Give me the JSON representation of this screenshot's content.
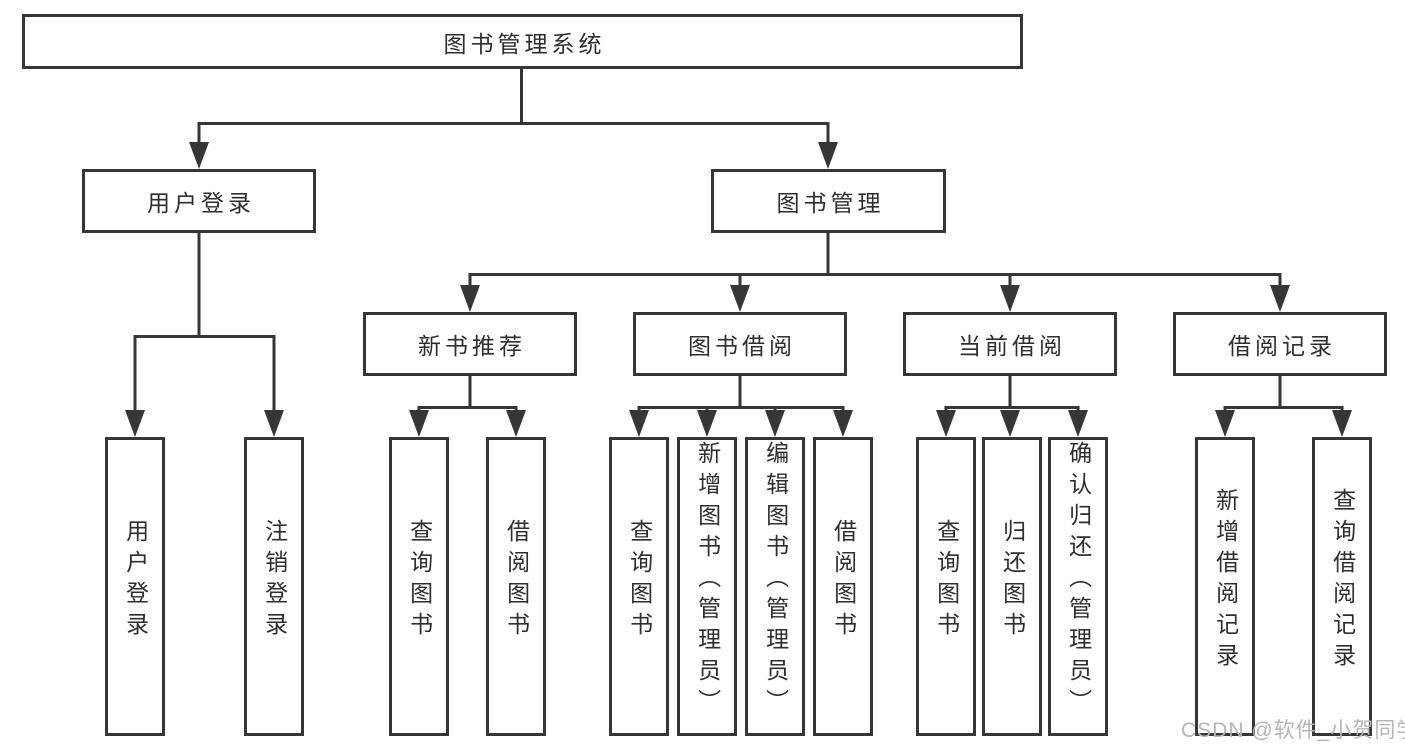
{
  "colors": {
    "line": "#363636",
    "box_border": "#363636",
    "text": "#2e2e2e",
    "background": "#ffffff",
    "watermark": "#bab3b3"
  },
  "diagram": {
    "root": {
      "label": "图书管理系统"
    },
    "user_branch": {
      "label": "用户登录",
      "children": [
        {
          "label": "用户登录"
        },
        {
          "label": "注销登录"
        }
      ]
    },
    "mgmt_branch": {
      "label": "图书管理",
      "groups": [
        {
          "label": "新书推荐",
          "children": [
            {
              "label": "查询图书"
            },
            {
              "label": "借阅图书"
            }
          ]
        },
        {
          "label": "图书借阅",
          "children": [
            {
              "label": "查询图书"
            },
            {
              "label": "新增图书（管理员）"
            },
            {
              "label": "编辑图书（管理员）"
            },
            {
              "label": "借阅图书"
            }
          ]
        },
        {
          "label": "当前借阅",
          "children": [
            {
              "label": "查询图书"
            },
            {
              "label": "归还图书"
            },
            {
              "label": "确认归还（管理员）"
            }
          ]
        },
        {
          "label": "借阅记录",
          "children": [
            {
              "label": "新增借阅记录"
            },
            {
              "label": "查询借阅记录"
            }
          ]
        }
      ]
    }
  },
  "watermark": {
    "text": "CSDN @软件_小贺同学"
  }
}
